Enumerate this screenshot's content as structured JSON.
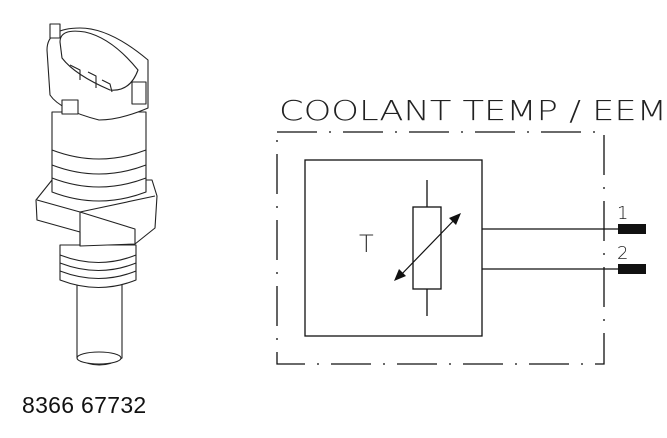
{
  "title": "COOLANT TEMP / EEM",
  "part_number": "8366 67732",
  "symbol_label": "T",
  "pins": [
    "1",
    "2"
  ],
  "colors": {
    "line": "#111111",
    "terminal": "#111111"
  }
}
